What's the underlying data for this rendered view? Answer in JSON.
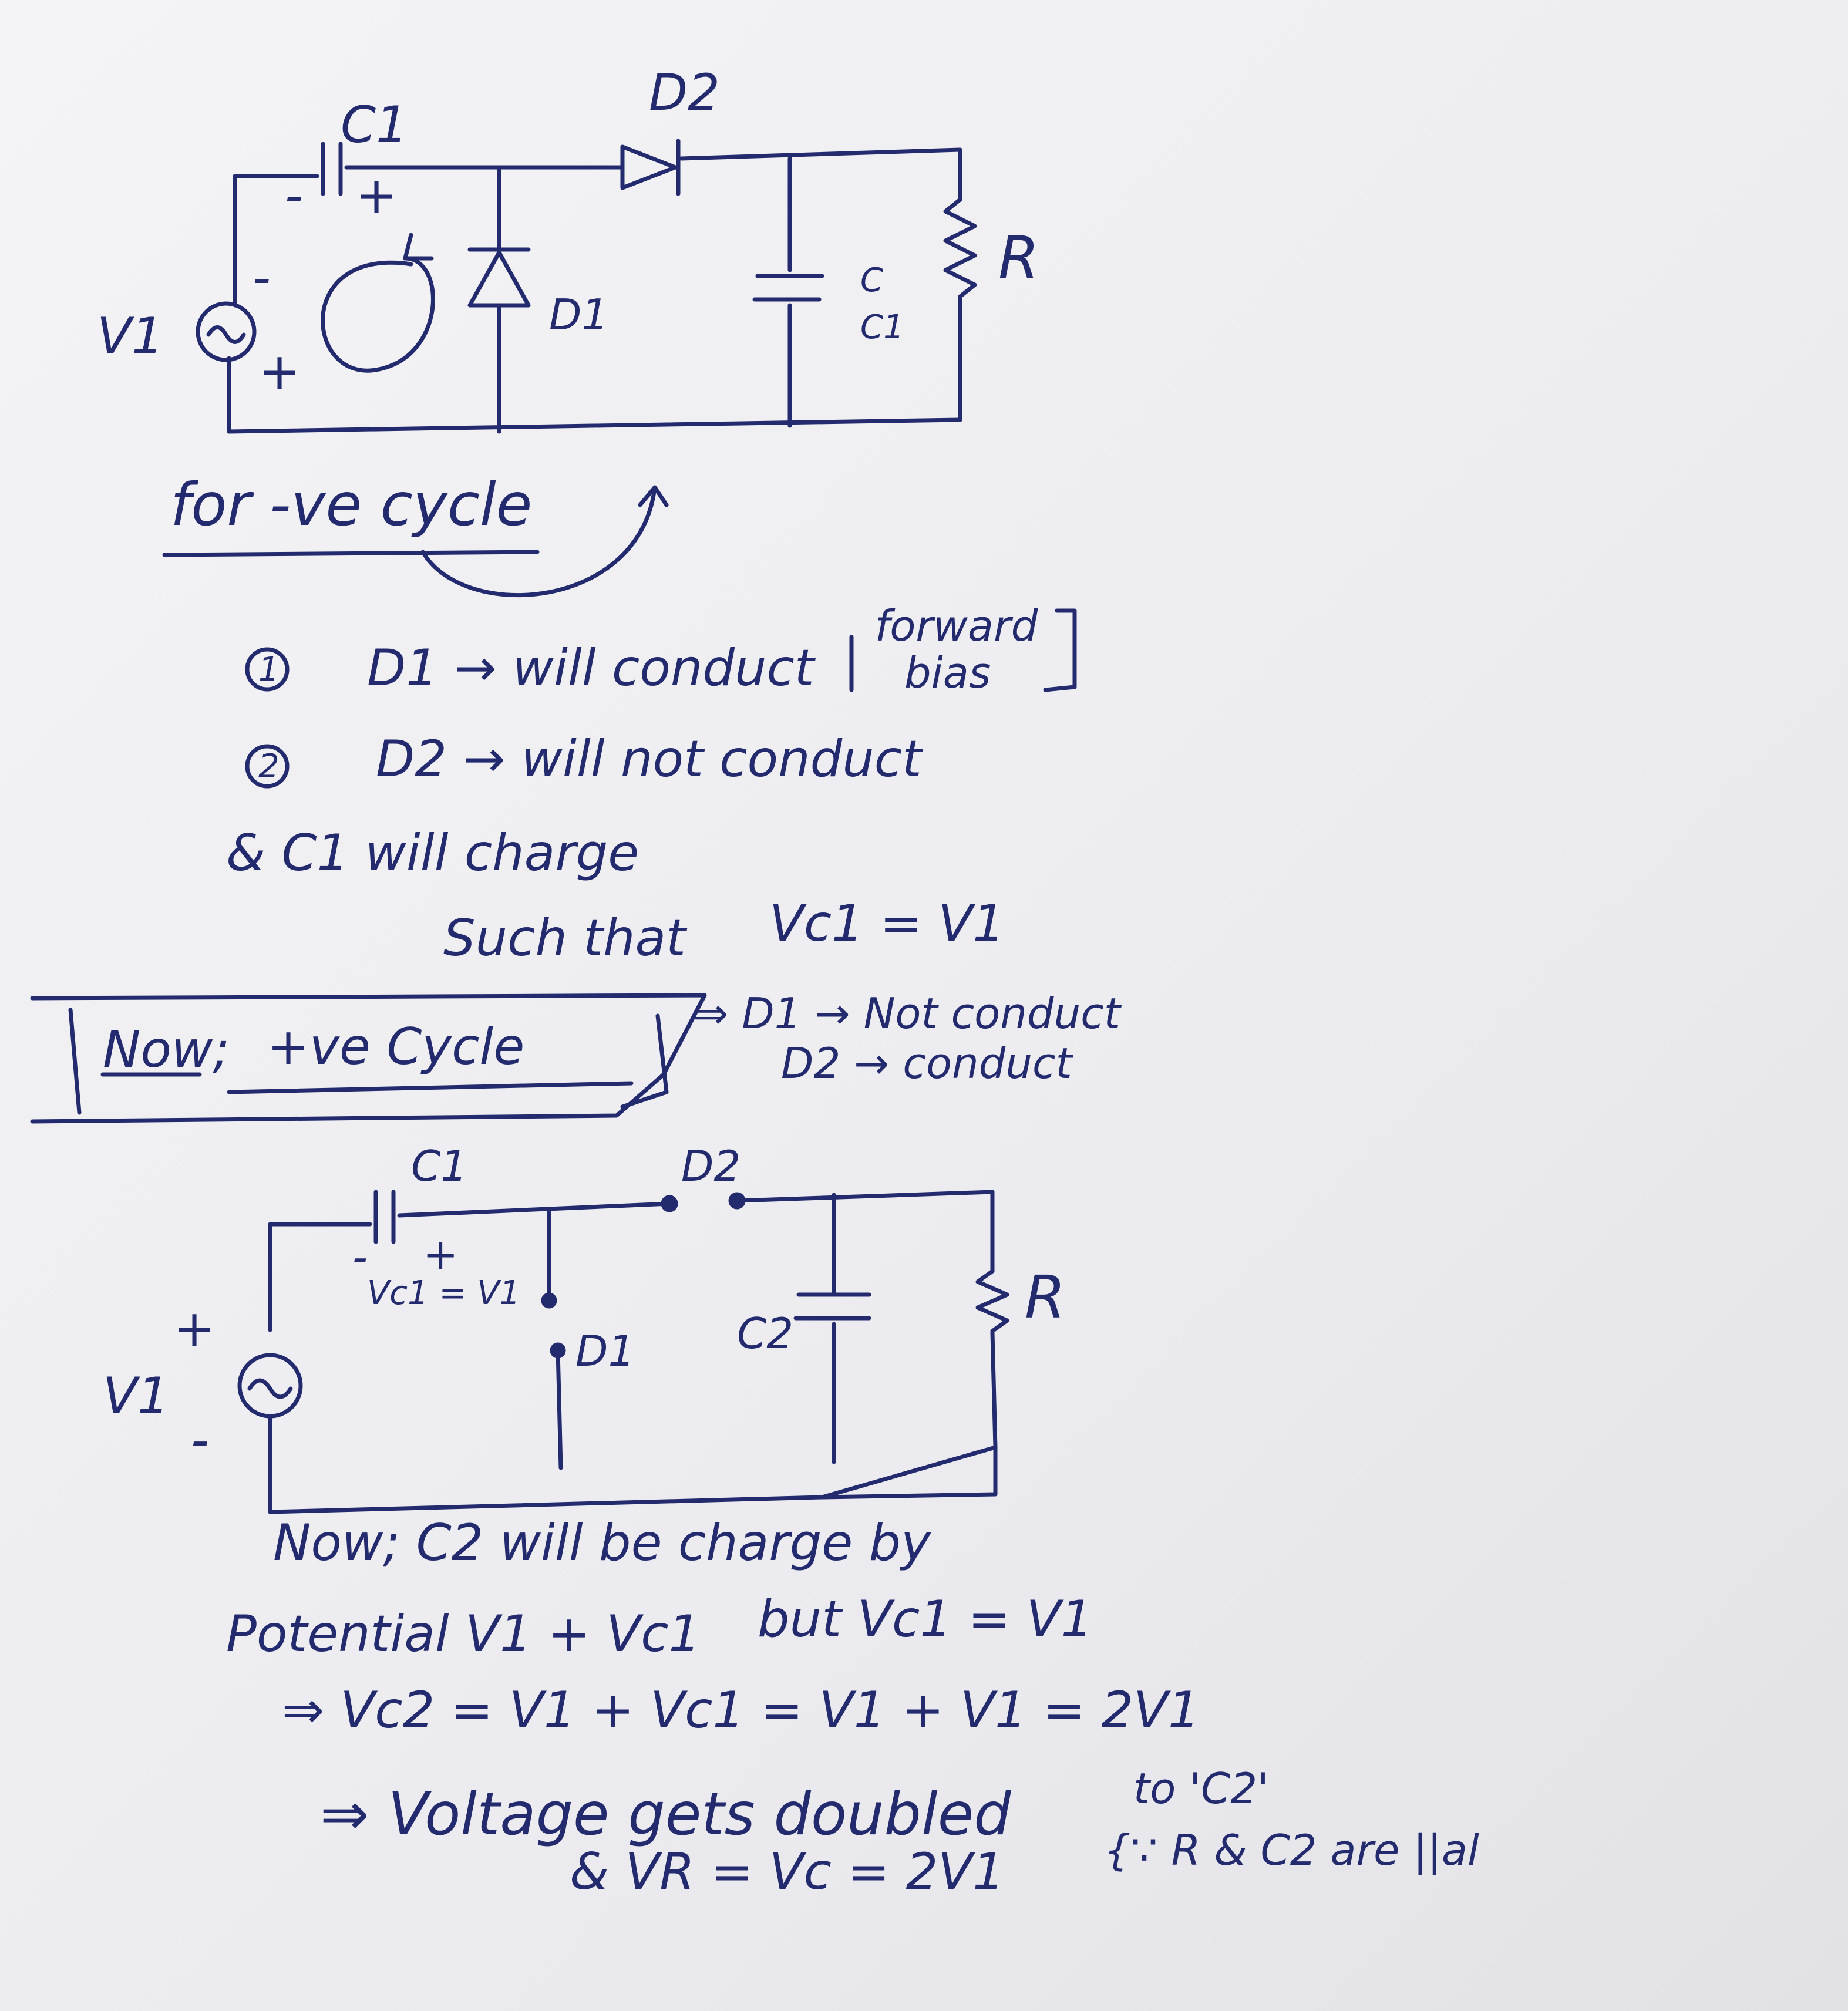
{
  "diagram1": {
    "c1_label": "C1",
    "d2_label": "D2",
    "cap_minus": "-",
    "cap_plus": "+",
    "r_label": "R",
    "v1_label": "V1",
    "src_minus": "-",
    "src_plus": "+",
    "d1_label": "D1",
    "cap2_label_a": "C",
    "cap2_label_b": "C1"
  },
  "negative_cycle": {
    "heading": "for -ve cycle",
    "point1_num": "1",
    "point1": "D1 → will conduct",
    "point1_note_a": "forward",
    "point1_note_b": "bias",
    "point2_num": "2",
    "point2": "D2 → will not conduct",
    "charge_line": "& C1 will charge",
    "such_that": "Such that",
    "vc1_eq": "Vc1 = V1"
  },
  "positive_cycle": {
    "heading_now": "Now;",
    "heading_rest": "+ve Cycle",
    "d1_state": "⇒ D1 → Not conduct",
    "d2_state": "D2 → conduct"
  },
  "diagram2": {
    "c1_label": "C1",
    "d2_label": "D2",
    "cap_minus": "-",
    "cap_plus": "+",
    "vc1_label": "Vc1 = V1",
    "r_label": "R",
    "d1_label": "D1",
    "c2_label": "C2",
    "v1_label": "V1",
    "src_plus": "+",
    "src_minus": "-"
  },
  "conclusion": {
    "line1": "Now; C2 will be charge by",
    "line2a": "Potential V1 + Vc1",
    "line2b": "but Vc1 = V1",
    "line3": "⇒ Vc2 = V1 + Vc1 = V1 + V1 = 2V1",
    "line4a": "⇒ Voltage gets doubled",
    "line4b": "to 'C2'",
    "line5a": "& VR = Vc = 2V1",
    "line5b": "{∵ R & C2 are ||al"
  },
  "colors": {
    "ink": "#232a6e",
    "paper": "#eeeef2"
  }
}
